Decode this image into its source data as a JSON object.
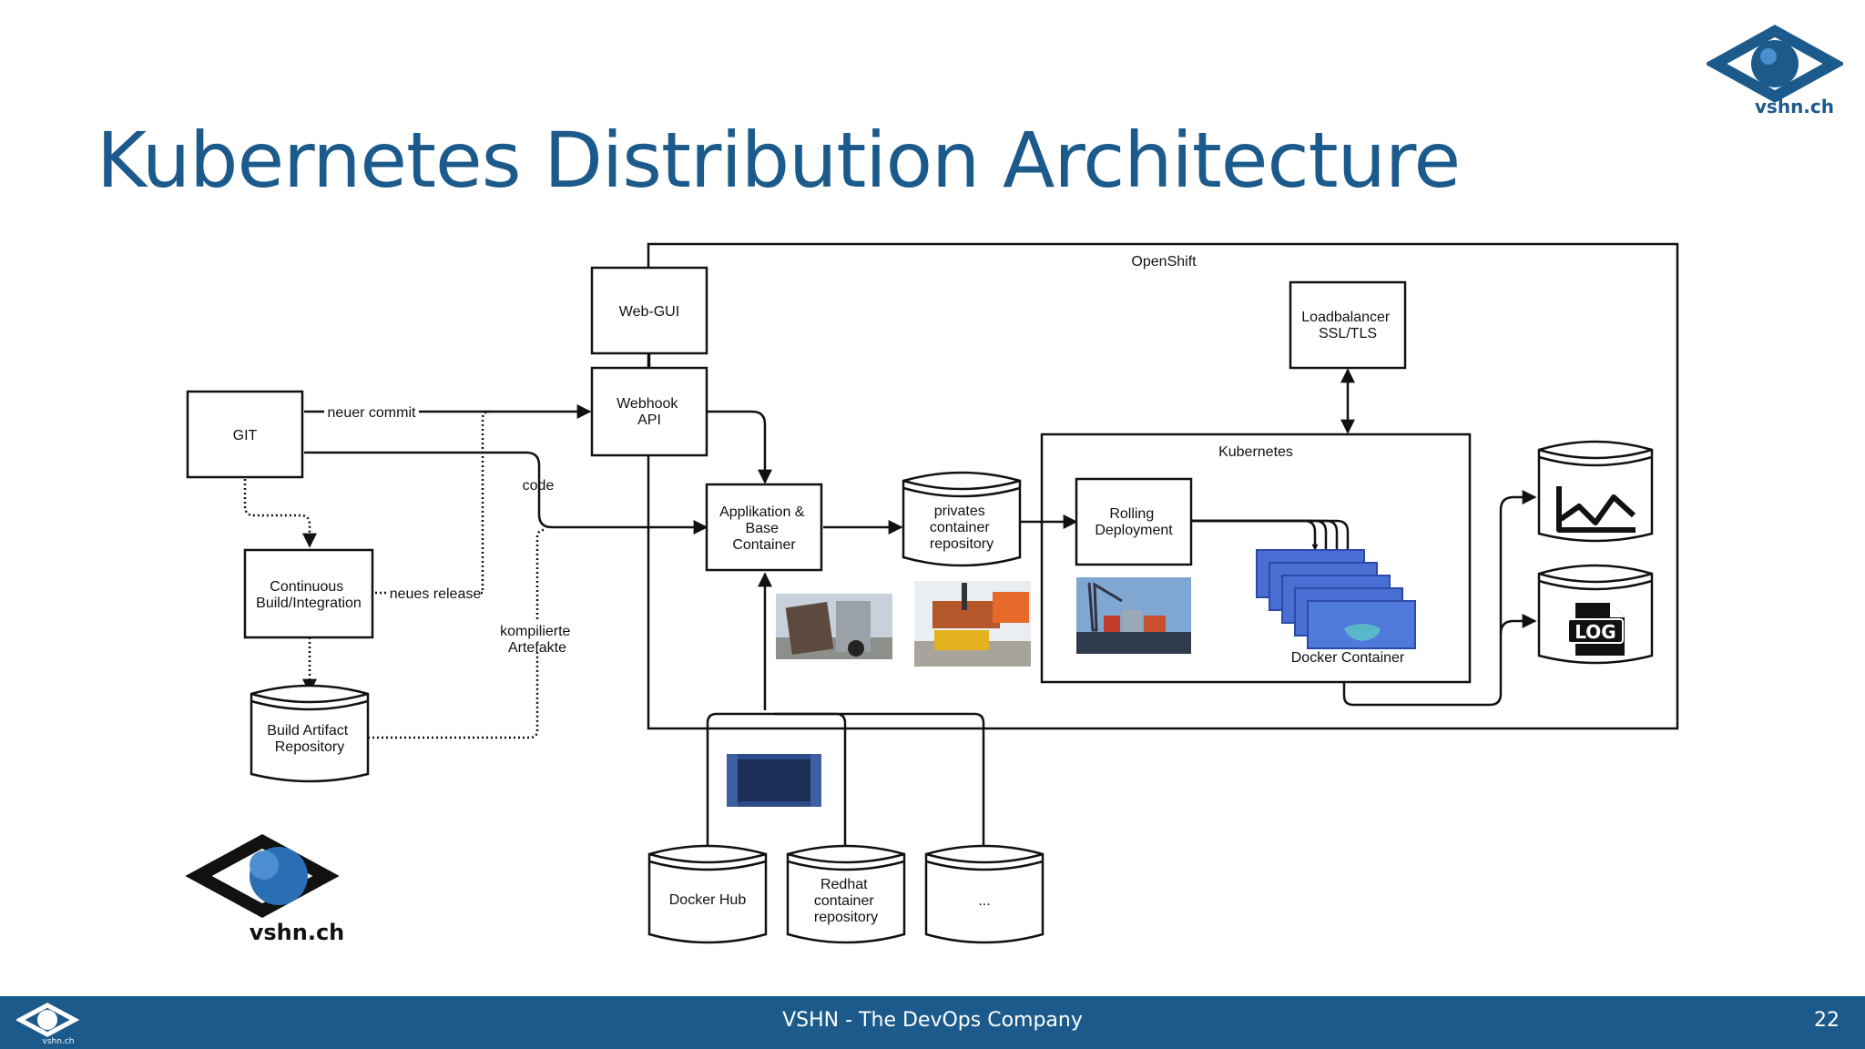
{
  "slide": {
    "title": "Kubernetes Distribution Architecture",
    "footer_text": "VSHN - The DevOps Company",
    "page_number": "22"
  },
  "branding": {
    "logo_text": "vshn.ch",
    "logo_icon": "eye-icon",
    "brand_color": "#1b5a8b",
    "accent_color": "#2a6fb3"
  },
  "diagram": {
    "openshift_label": "OpenShift",
    "kubernetes_label": "Kubernetes",
    "nodes": {
      "web_gui": "Web-GUI",
      "webhook": [
        "Webhook",
        "API"
      ],
      "git": "GIT",
      "ci": [
        "Continuous",
        "Build/Integration"
      ],
      "build_artifact": [
        "Build Artifact",
        "Repository"
      ],
      "app_base": [
        "Applikation &",
        "Base",
        "Container"
      ],
      "private_repo": [
        "privates",
        "container",
        "repository"
      ],
      "loadbalancer": [
        "Loadbalancer",
        "SSL/TLS"
      ],
      "rolling": [
        "Rolling",
        "Deployment"
      ],
      "docker_container": "Docker Container",
      "docker_hub": "Docker Hub",
      "redhat_repo": [
        "Redhat",
        "container",
        "repository"
      ],
      "other_repo": "..."
    },
    "edges": {
      "neuer_commit": "neuer commit",
      "code": "code",
      "neues_release": "neues release",
      "kompilierte": [
        "kompilierte",
        "Artefakte"
      ]
    },
    "stores": {
      "metrics_icon": "line-chart-icon",
      "log_badge": "LOG"
    }
  }
}
